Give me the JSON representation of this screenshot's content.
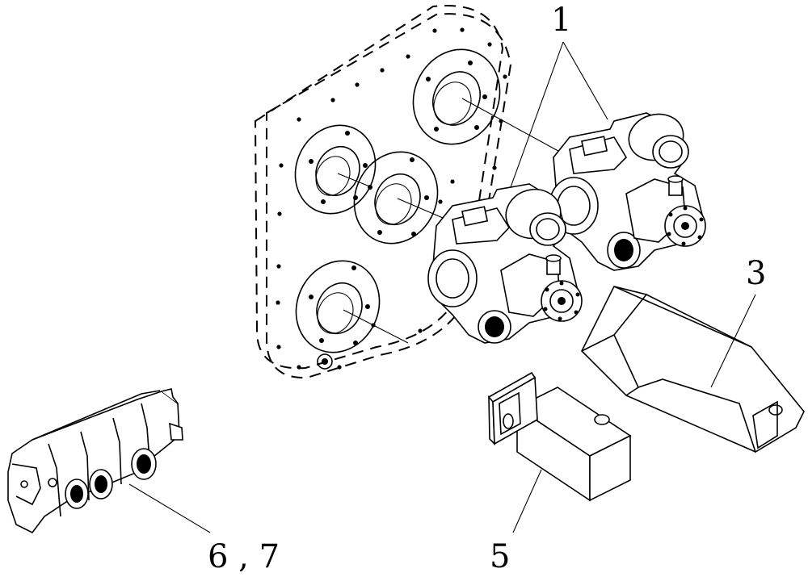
{
  "callouts": {
    "pump_assembly": "1",
    "bracket": "3",
    "block": "5",
    "gear_pump": "6 , 7"
  }
}
